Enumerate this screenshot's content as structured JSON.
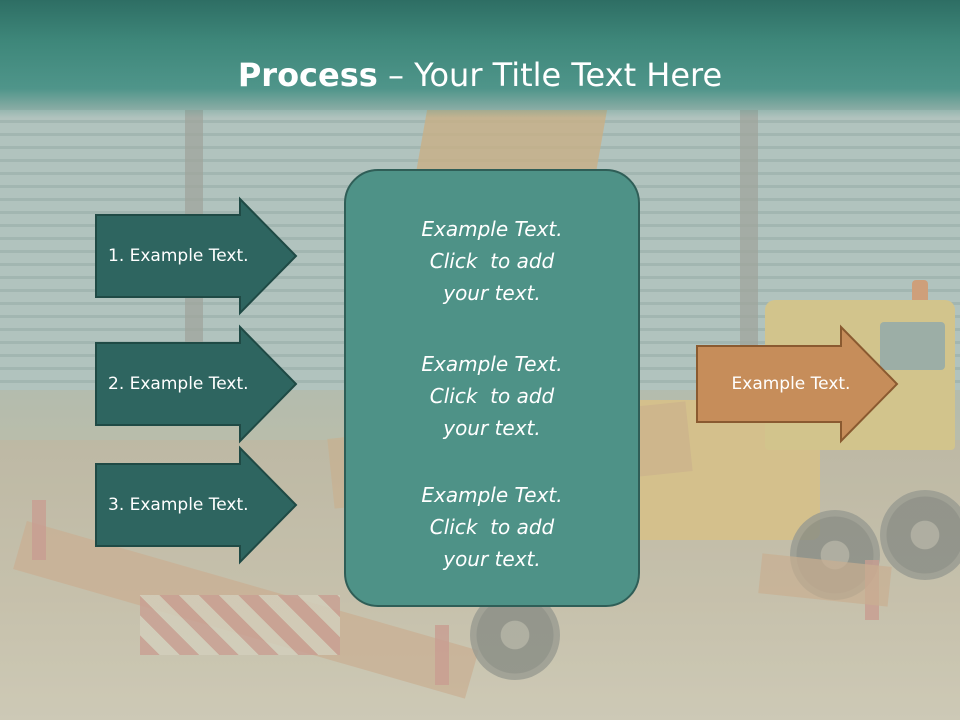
{
  "slide": {
    "title_strong": "Process",
    "title_rest": " – Your Title Text Here"
  },
  "left_steps": [
    {
      "label": "1. Example Text."
    },
    {
      "label": "2. Example Text."
    },
    {
      "label": "3. Example Text."
    }
  ],
  "center_panel": {
    "blocks": [
      {
        "lines": [
          "Example Text.",
          "Click  to add",
          "your text."
        ]
      },
      {
        "lines": [
          "Example Text.",
          "Click  to add",
          "your text."
        ]
      },
      {
        "lines": [
          "Example Text.",
          "Click  to add",
          "your text."
        ]
      }
    ]
  },
  "result": {
    "label": "Example Text."
  },
  "colors": {
    "title_bar": "#3e877a",
    "left_arrow_fill": "#2e6560",
    "left_arrow_stroke": "#1f4a45",
    "panel_fill": "#4e9287",
    "result_fill": "#c68d5a",
    "result_stroke": "#8a5a30"
  }
}
